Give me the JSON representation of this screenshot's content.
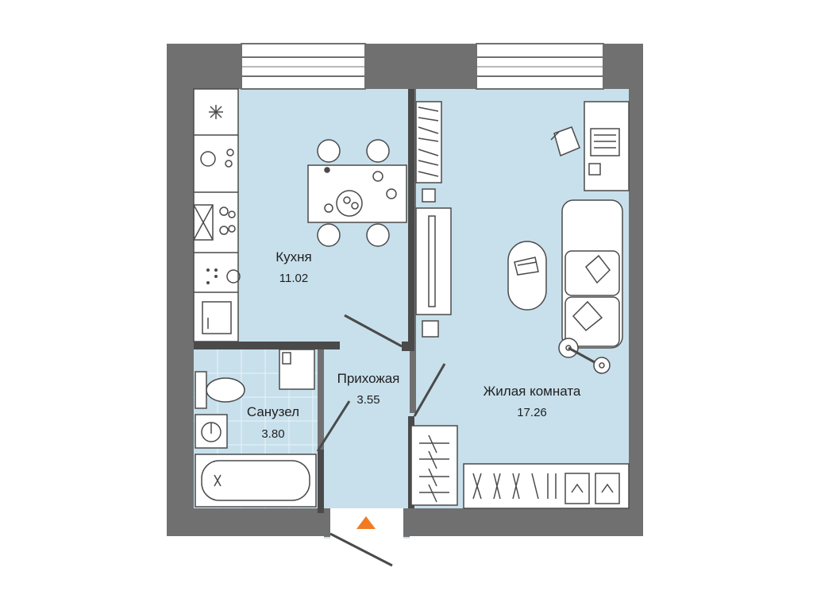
{
  "plan": {
    "rooms": [
      {
        "id": "kitchen",
        "name": "Кухня",
        "area": "11.02"
      },
      {
        "id": "hallway",
        "name": "Прихожая",
        "area": "3.55"
      },
      {
        "id": "bathroom",
        "name": "Санузел",
        "area": "3.80"
      },
      {
        "id": "living",
        "name": "Жилая комната",
        "area": "17.26"
      }
    ],
    "entrance_marker": {
      "icon": "entrance-triangle-icon",
      "color": "#f07a22"
    },
    "colors": {
      "wall": "#707070",
      "floor": "#c8e0ec",
      "bath_floor": "#c8e0ec",
      "bath_tile_line": "#e9f3f8",
      "furniture_line": "#4a4a4a",
      "entrance": "#f07a22"
    }
  }
}
